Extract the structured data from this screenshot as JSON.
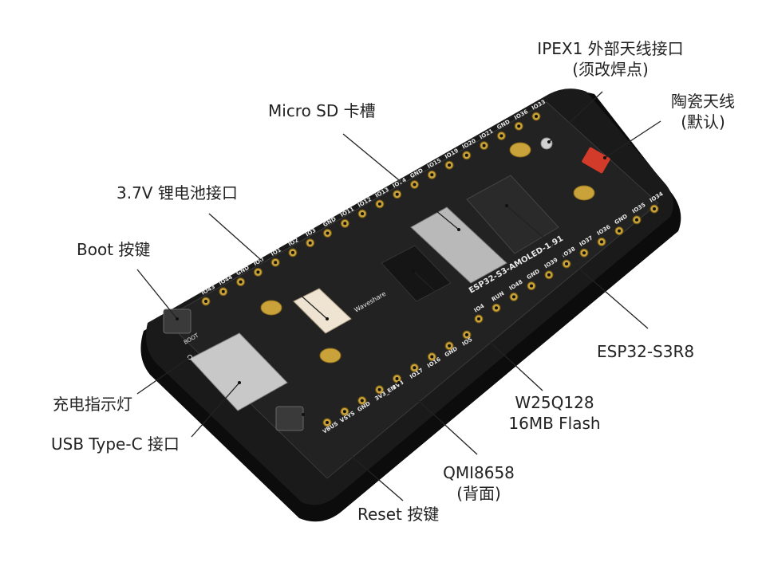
{
  "labels": {
    "ipex": {
      "line1": "IPEX1 外部天线接口",
      "line2": "(须改焊点)"
    },
    "ceramic_antenna": {
      "line1": "陶瓷天线",
      "line2": "(默认)"
    },
    "micro_sd": "Micro SD 卡槽",
    "battery": "3.7V 锂电池接口",
    "boot": "Boot 按键",
    "esp32": "ESP32-S3R8",
    "charge_led": "充电指示灯",
    "flash": {
      "line1": "W25Q128",
      "line2": "16MB Flash"
    },
    "usb": "USB Type-C 接口",
    "qmi": {
      "line1": "QMI8658",
      "line2": "(背面)"
    },
    "reset": "Reset 按键"
  },
  "board": {
    "silkscreen": "ESP32-S3-AMOLED-1.91",
    "brand": "Waveshare",
    "boot_text": "BOOT"
  },
  "pins": {
    "top_row": [
      "IO43",
      "IO44",
      "GND",
      "IO0",
      "IO1",
      "IO2",
      "IO3",
      "GND",
      "IO11",
      "IO12",
      "IO13",
      "IO14",
      "GND",
      "IO15",
      "IO19",
      "IO20",
      "IO21",
      "GND",
      "IO36",
      "IO33"
    ],
    "right_row": [
      "IO4",
      "RUN",
      "IO48",
      "GND",
      "IO39",
      "IO38",
      "IO37",
      "IO36",
      "GND",
      "IO35",
      "IO34"
    ],
    "bottom_row": [
      "VBUS",
      "VSYS",
      "GND",
      "3V3_EN",
      "3V3",
      "IO17",
      "IO16",
      "GND",
      "IO5"
    ]
  },
  "colors": {
    "case": "#141414",
    "pcb": "#1c1c1c",
    "gold": "#c9a23a",
    "leader": "#222222",
    "antenna": "#d23a2a"
  }
}
